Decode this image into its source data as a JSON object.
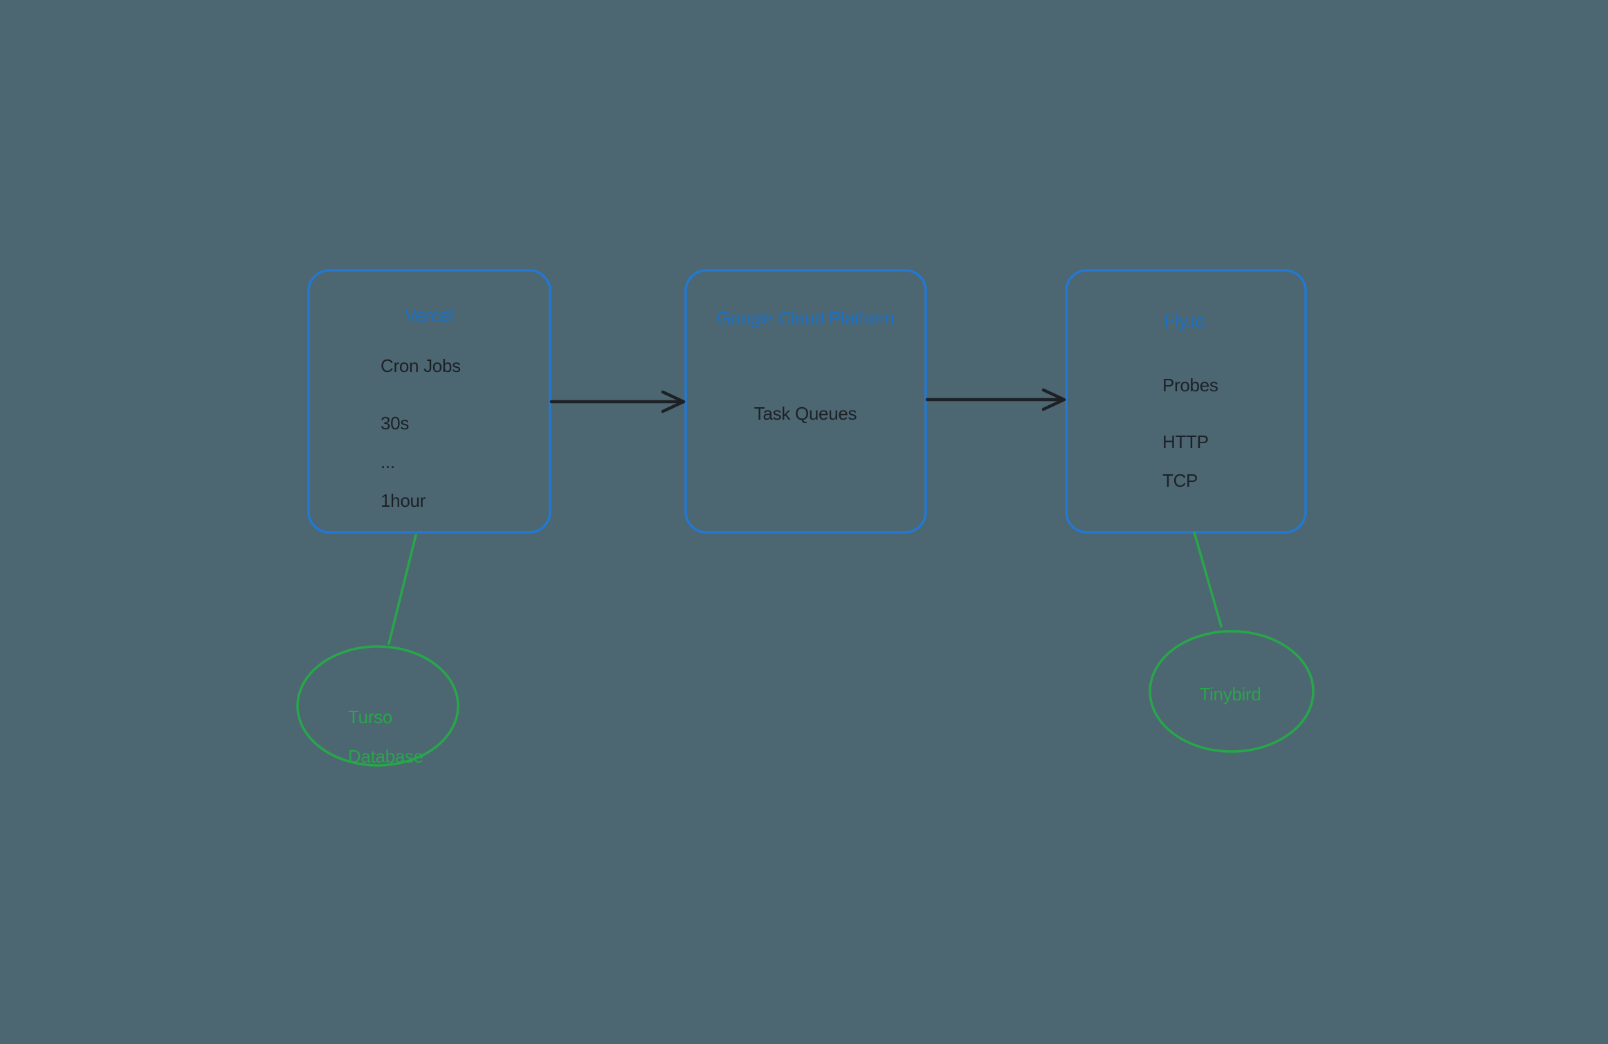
{
  "colors": {
    "background": "#4c6772",
    "node_border": "#2278d2",
    "node_title": "#1b70c5",
    "text_dark": "#1c2127",
    "green": "#28a64a",
    "arrow": "#1d2126"
  },
  "nodes": {
    "vercel": {
      "title": "Vercel",
      "subtitle": "Cron Jobs",
      "items": [
        "30s",
        "...",
        "1hour"
      ]
    },
    "gcp": {
      "title": "Google Cloud Platform",
      "label": "Task Queues"
    },
    "flyio": {
      "title": "Fly.io",
      "subtitle": "Probes",
      "items": [
        "HTTP",
        "TCP"
      ]
    },
    "turso": {
      "lines": [
        "Turso",
        "Database"
      ]
    },
    "tinybird": {
      "label": "Tinybird"
    }
  }
}
